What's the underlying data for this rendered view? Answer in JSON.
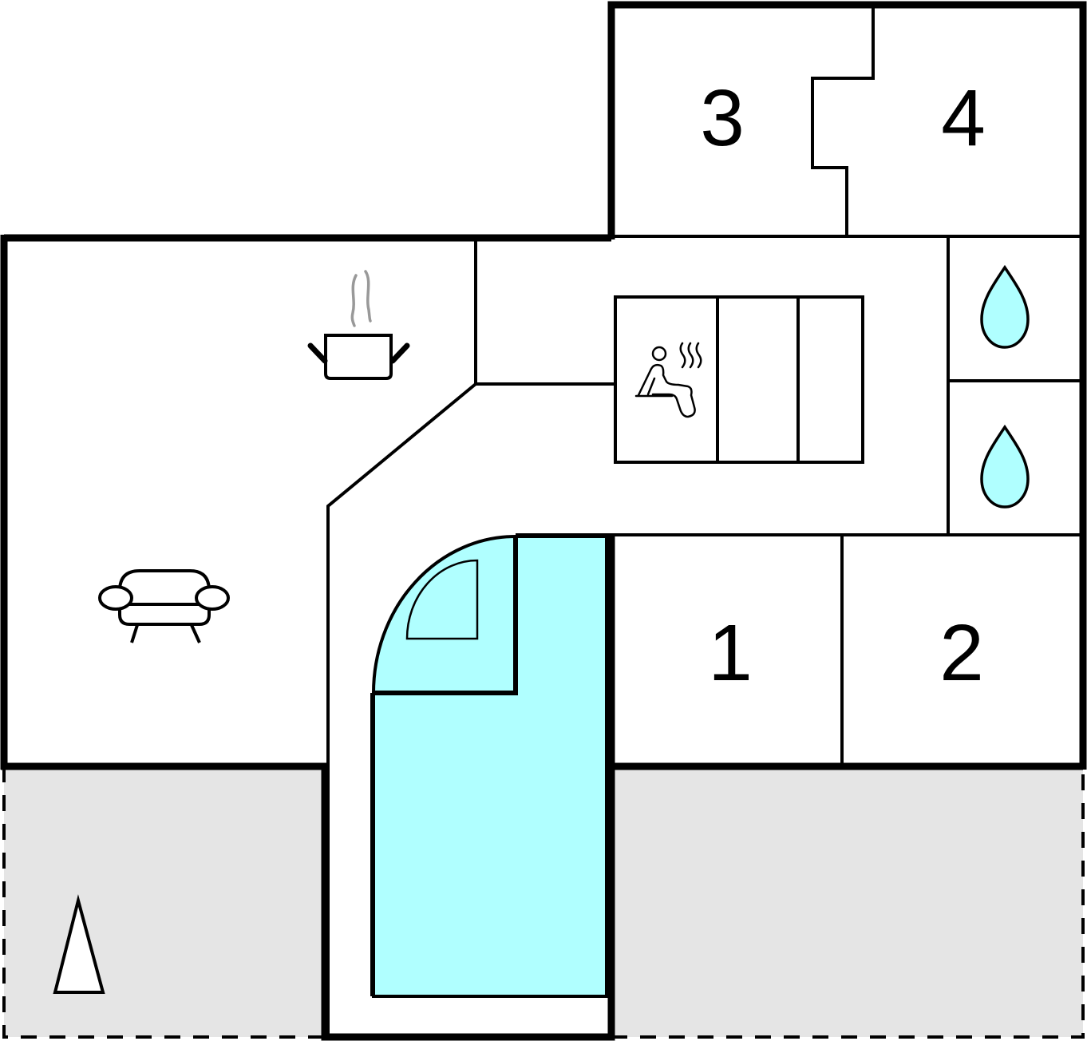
{
  "diagram": {
    "type": "floor-plan",
    "colors": {
      "background": "#ffffff",
      "wall": "#000000",
      "terrace": "#e5e5e5",
      "water": "#b0ffff",
      "steam": "#999999"
    },
    "rooms": [
      {
        "id": "bedroom-1",
        "label": "1"
      },
      {
        "id": "bedroom-2",
        "label": "2"
      },
      {
        "id": "bedroom-3",
        "label": "3"
      },
      {
        "id": "bedroom-4",
        "label": "4"
      }
    ],
    "icons": [
      {
        "name": "kitchen-pot-icon",
        "room": "kitchen"
      },
      {
        "name": "sofa-icon",
        "room": "living-room"
      },
      {
        "name": "sauna-icon",
        "room": "sauna"
      },
      {
        "name": "water-drop-icon",
        "room": "bathroom-1"
      },
      {
        "name": "water-drop-icon",
        "room": "bathroom-2"
      },
      {
        "name": "tent-icon",
        "room": "terrace-left"
      }
    ],
    "areas": [
      "living-room",
      "kitchen",
      "hallway",
      "sauna",
      "bathroom-1",
      "bathroom-2",
      "pool",
      "terrace-left",
      "terrace-right"
    ]
  }
}
